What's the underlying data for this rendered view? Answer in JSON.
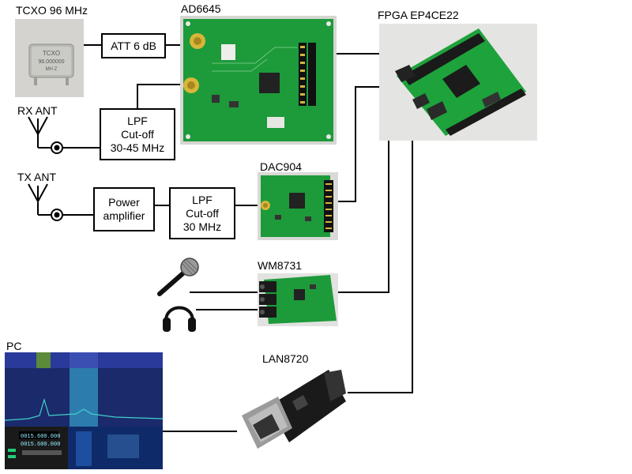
{
  "labels": {
    "tcxo": "TCXO 96 MHz",
    "ad6645": "AD6645",
    "fpga": "FPGA EP4CE22",
    "rx_ant": "RX ANT",
    "tx_ant": "TX ANT",
    "dac904": "DAC904",
    "wm8731": "WM8731",
    "lan8720": "LAN8720",
    "pc": "PC"
  },
  "blocks": {
    "att": "ATT 6 dB",
    "lpf_rx": [
      "LPF",
      "Cut-off",
      "30-45 MHz"
    ],
    "lpf_tx": [
      "LPF",
      "Cut-off",
      "30 MHz"
    ],
    "pa": [
      "Power",
      "amplifier"
    ]
  },
  "photo_text": {
    "tcxo_chip": [
      "TCXO",
      "96.000000",
      "MH Z"
    ],
    "pc_freq": [
      "0015.600.000",
      "0015.600.000"
    ]
  },
  "colors": {
    "pcb_green": "#1e9a3a",
    "pcb_dark": "#12772b",
    "photo_bg": "#d8d8d6",
    "gold": "#d8b63a",
    "spectrum_bg": "#1b2a6b",
    "wire": "#000000"
  }
}
